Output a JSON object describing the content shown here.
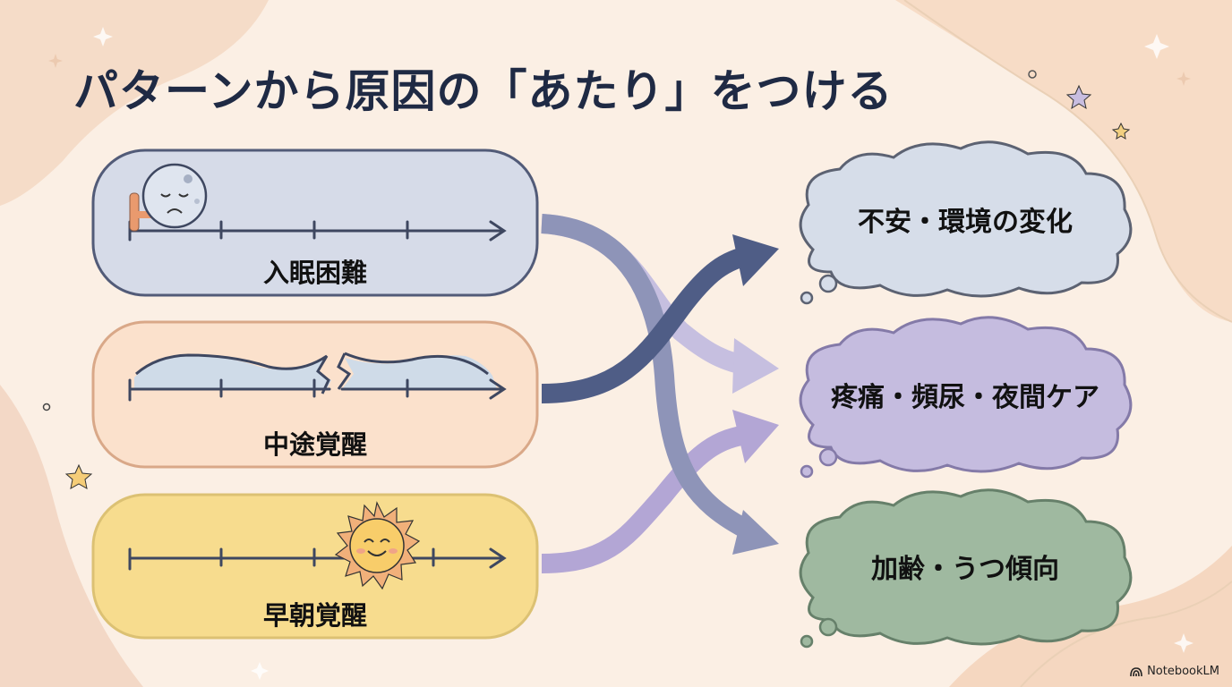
{
  "title": "パターンから原因の「あたり」をつける",
  "patterns": [
    {
      "label": "入眠困難",
      "icon": "sad-moon-icon",
      "fill": "#d6dbe8",
      "stroke": "#525b78"
    },
    {
      "label": "中途覚醒",
      "icon": "broken-wave-icon",
      "fill": "#fbe1cc",
      "stroke": "#d9a888"
    },
    {
      "label": "早朝覚醒",
      "icon": "smiling-sun-icon",
      "fill": "#f7dc8e",
      "stroke": "#dcc173"
    }
  ],
  "causes": [
    {
      "label": "不安・環境の変化",
      "fill": "#d6dde9",
      "stroke": "#5c6272"
    },
    {
      "label": "疼痛・頻尿・夜間ケア",
      "fill": "#c5bcdf",
      "stroke": "#847aa8"
    },
    {
      "label": "加齢・うつ傾向",
      "fill": "#9fb9a0",
      "stroke": "#66806a"
    }
  ],
  "connections": [
    {
      "from": "入眠困難",
      "to": "疼痛・頻尿・夜間ケア",
      "color": "#c6bfe0"
    },
    {
      "from": "入眠困難",
      "to": "加齢・うつ傾向",
      "color": "#8e94b8"
    },
    {
      "from": "中途覚醒",
      "to": "不安・環境の変化",
      "color": "#4f5d86"
    },
    {
      "from": "早朝覚醒",
      "to": "疼痛・頻尿・夜間ケア",
      "color": "#b3a6d5"
    }
  ],
  "branding": {
    "icon": "notebooklm-icon",
    "label": "NotebookLM"
  }
}
